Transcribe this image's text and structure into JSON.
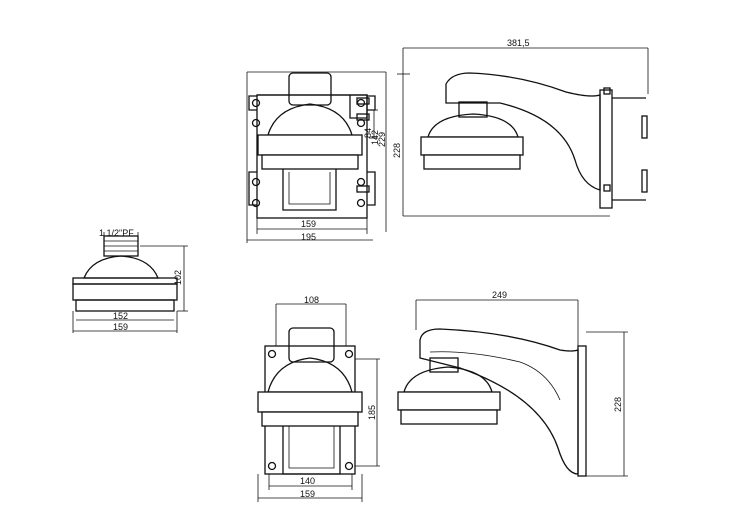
{
  "drawing": {
    "top_side_view": {
      "width_label": "381,5",
      "height_label": "228"
    },
    "top_front_view": {
      "inner_width_label": "159",
      "outer_width_label": "195",
      "side_labels": [
        "84",
        "142",
        "229"
      ]
    },
    "left_camera_view": {
      "thread_label": "1 1/2\"PF",
      "height_label": "102",
      "inner_width_label": "152",
      "outer_width_label": "159"
    },
    "bottom_front_view": {
      "top_width_label": "108",
      "height_label": "185",
      "inner_width_label": "140",
      "outer_width_label": "159"
    },
    "bottom_side_view": {
      "width_label": "249",
      "height_label": "228"
    }
  }
}
